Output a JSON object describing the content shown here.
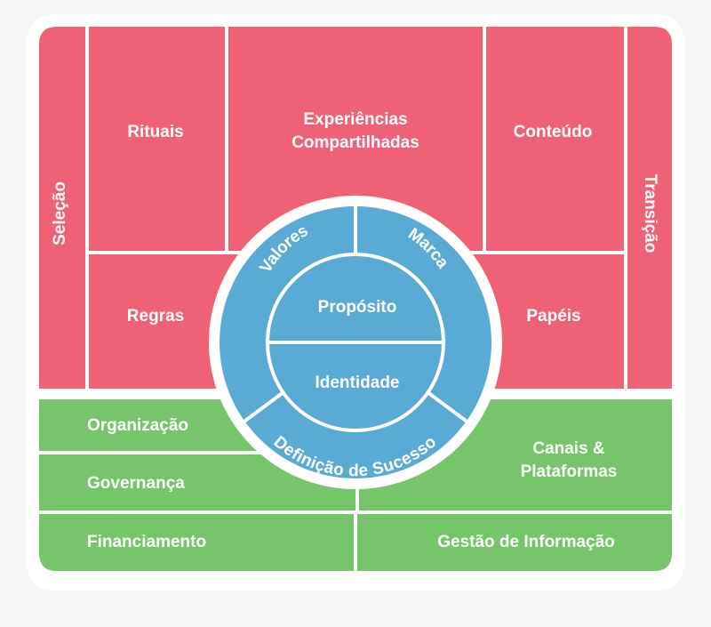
{
  "colors": {
    "background": "#f7f6f4",
    "card": "#ffffff",
    "community_red": "#ef6275",
    "foundation_green": "#76c56b",
    "core_blue": "#5aaad6",
    "divider": "#ffffff"
  },
  "community": {
    "selecao": "Seleção",
    "transicao": "Transição",
    "rituais": "Rituais",
    "experiencias_1": "Experiências",
    "experiencias_2": "Compartilhadas",
    "conteudo": "Conteúdo",
    "regras": "Regras",
    "papeis": "Papéis"
  },
  "core": {
    "valores": "Valores",
    "marca": "Marca",
    "definicao": "Definição de Sucesso",
    "proposito": "Propósito",
    "identidade": "Identidade"
  },
  "foundation": {
    "organizacao": "Organização",
    "governanca": "Governança",
    "financiamento": "Financiamento",
    "canais_1": "Canais &",
    "canais_2": "Plataformas",
    "gestao": "Gestão de Informação"
  }
}
